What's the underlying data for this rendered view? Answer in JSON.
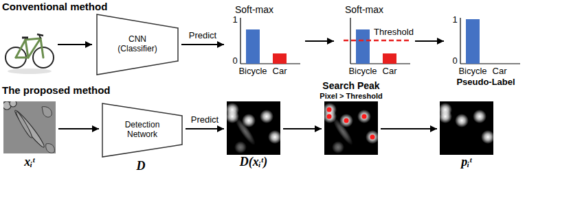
{
  "diagram": {
    "nodes": [
      {
        "text": [
          "CNN (Classifier)"
        ]
      },
      {
        "text": [
          "Soft-max",
          "1",
          "0",
          "Bicycle",
          "Car"
        ]
      },
      {
        "text": [
          "Soft-max",
          "Threshold",
          "Bicycle",
          "Car"
        ]
      },
      {
        "text": [
          "1",
          "0",
          "Bicycle",
          "Car",
          "Pseudo-Label"
        ]
      },
      {
        "text": [
          "xᵢᵗ"
        ]
      },
      {
        "text": [
          "Detection Network",
          "D"
        ]
      },
      {
        "text": [
          "D(xᵢᵗ)"
        ]
      },
      {
        "text": [
          "Search Peak",
          "Pixel > Threshold"
        ]
      },
      {
        "text": [
          "pᵢᵗ"
        ]
      }
    ],
    "edges": [
      {
        "from": 0,
        "to": 1,
        "label": "Predict",
        "arrow": "to"
      },
      {
        "from": 1,
        "to": 2,
        "arrow": "to"
      },
      {
        "from": 2,
        "to": 3,
        "arrow": "to"
      },
      {
        "from": 4,
        "to": 5,
        "arrow": "to"
      },
      {
        "from": 5,
        "to": 6,
        "label": "Predict",
        "arrow": "to"
      },
      {
        "from": 6,
        "to": 7,
        "arrow": "to"
      },
      {
        "from": 7,
        "to": 8,
        "arrow": "to"
      }
    ],
    "labels": [
      "Conventional method",
      "The proposed method"
    ]
  }
}
